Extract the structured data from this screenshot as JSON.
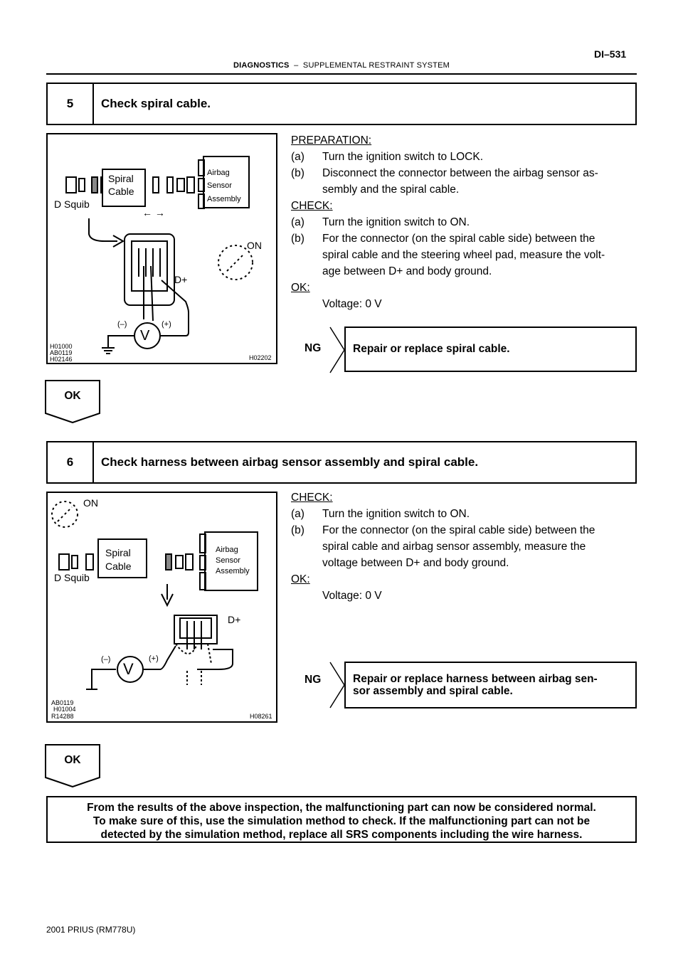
{
  "header": {
    "section": "DIAGNOSTICS",
    "dash": "–",
    "subsection": "SUPPLEMENTAL RESTRAINT SYSTEM",
    "page": "DI–531"
  },
  "step5": {
    "number": "5",
    "title": "Check spiral cable.",
    "figure": {
      "codes_left": [
        "H01000",
        "AB0119",
        "H02146"
      ],
      "code_right": "H02202",
      "labels": {
        "spiral": "Spiral",
        "cable": "Cable",
        "airbag": "Airbag",
        "sensor": "Sensor",
        "assembly": "Assembly",
        "squib": "D Squib",
        "arrows": "← →",
        "on": "ON",
        "dplus": "D+",
        "minus": "(–)",
        "plus": "(+)",
        "volt": "V"
      }
    },
    "preparation_head": "PREPARATION:",
    "preparation": [
      {
        "m": "(a)",
        "t": "Turn the ignition switch to LOCK."
      },
      {
        "m": "(b)",
        "t": "Disconnect the connector between the airbag sensor as-",
        "t2": "sembly and the spiral cable."
      }
    ],
    "check_head": "CHECK:",
    "check": [
      {
        "m": "(a)",
        "t": "Turn the ignition switch to ON."
      },
      {
        "m": "(b)",
        "t": "For the connector (on the spiral cable side) between the",
        "t2": "spiral cable and the steering wheel pad, measure the volt-",
        "t3": "age between D+ and body ground."
      }
    ],
    "ok_head": "OK:",
    "ok_value": "Voltage: 0 V",
    "ng_label": "NG",
    "ng_text": "Repair or replace spiral cable.",
    "ok_label": "OK"
  },
  "step6": {
    "number": "6",
    "title": "Check harness between airbag sensor assembly and spiral cable.",
    "figure": {
      "codes_left": [
        "AB0119",
        "H01004",
        "R14288"
      ],
      "code_right": "H08261",
      "labels": {
        "on": "ON",
        "spiral": "Spiral",
        "cable": "Cable",
        "airbag": "Airbag",
        "sensor": "Sensor",
        "assembly": "Assembly",
        "squib": "D Squib",
        "dplus": "D+",
        "minus": "(–)",
        "plus": "(+)",
        "volt": "V"
      }
    },
    "check_head": "CHECK:",
    "check": [
      {
        "m": "(a)",
        "t": "Turn the ignition switch to ON."
      },
      {
        "m": "(b)",
        "t": "For the connector (on the spiral cable side) between the",
        "t2": "spiral cable and airbag sensor assembly, measure the",
        "t3": "voltage between D+ and body ground."
      }
    ],
    "ok_head": "OK:",
    "ok_value": "Voltage: 0 V",
    "ng_label": "NG",
    "ng_text_1": "Repair or replace harness between airbag sen-",
    "ng_text_2": "sor assembly and spiral cable.",
    "ok_label": "OK"
  },
  "final": {
    "line1": "From the results of the above inspection, the malfunctioning part can now be considered normal.",
    "line2": "To make sure of this, use the simulation method to check. If the malfunctioning part can not be",
    "line3": "detected by the simulation method, replace all SRS components including the wire harness."
  },
  "footer": "2001 PRIUS   (RM778U)"
}
